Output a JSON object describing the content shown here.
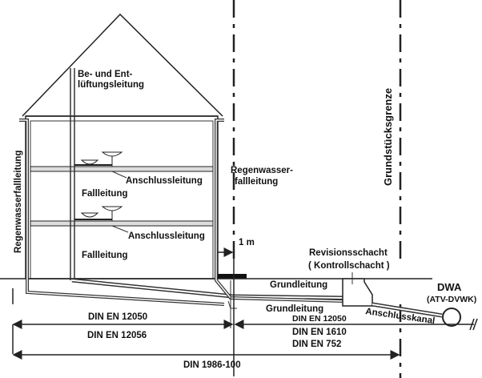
{
  "labels": {
    "vent_1": "Be- und Ent-",
    "vent_2": "lüftungsleitung",
    "rain_pipe_left": "Regenwasserfallleitung",
    "connection_upper": "Anschlussleitung",
    "connection_lower": "Anschlussleitung",
    "fall_upper": "Fallleitung",
    "fall_lower": "Fallleitung",
    "rain_pipe_right_1": "Regenwasser-",
    "rain_pipe_right_2": "fallleitung",
    "property_line": "Grundstücksgrenze",
    "one_meter": "1 m",
    "inspection_1": "Revisionsschacht",
    "inspection_2": "( Kontrollschacht )",
    "ground_pipe_upper": "Grundleitung",
    "ground_pipe_lower": "Grundleitung",
    "dwa": "DWA",
    "dwa_sub": "(ATV-DVWK)",
    "connection_channel": "Anschlusskanal",
    "din_12050_left": "DIN EN 12050",
    "din_12056": "DIN EN 12056",
    "din_12050_right": "DIN EN 12050",
    "din_1610": "DIN EN 1610",
    "din_752": "DIN EN 752",
    "din_1986": "DIN 1986-100"
  }
}
